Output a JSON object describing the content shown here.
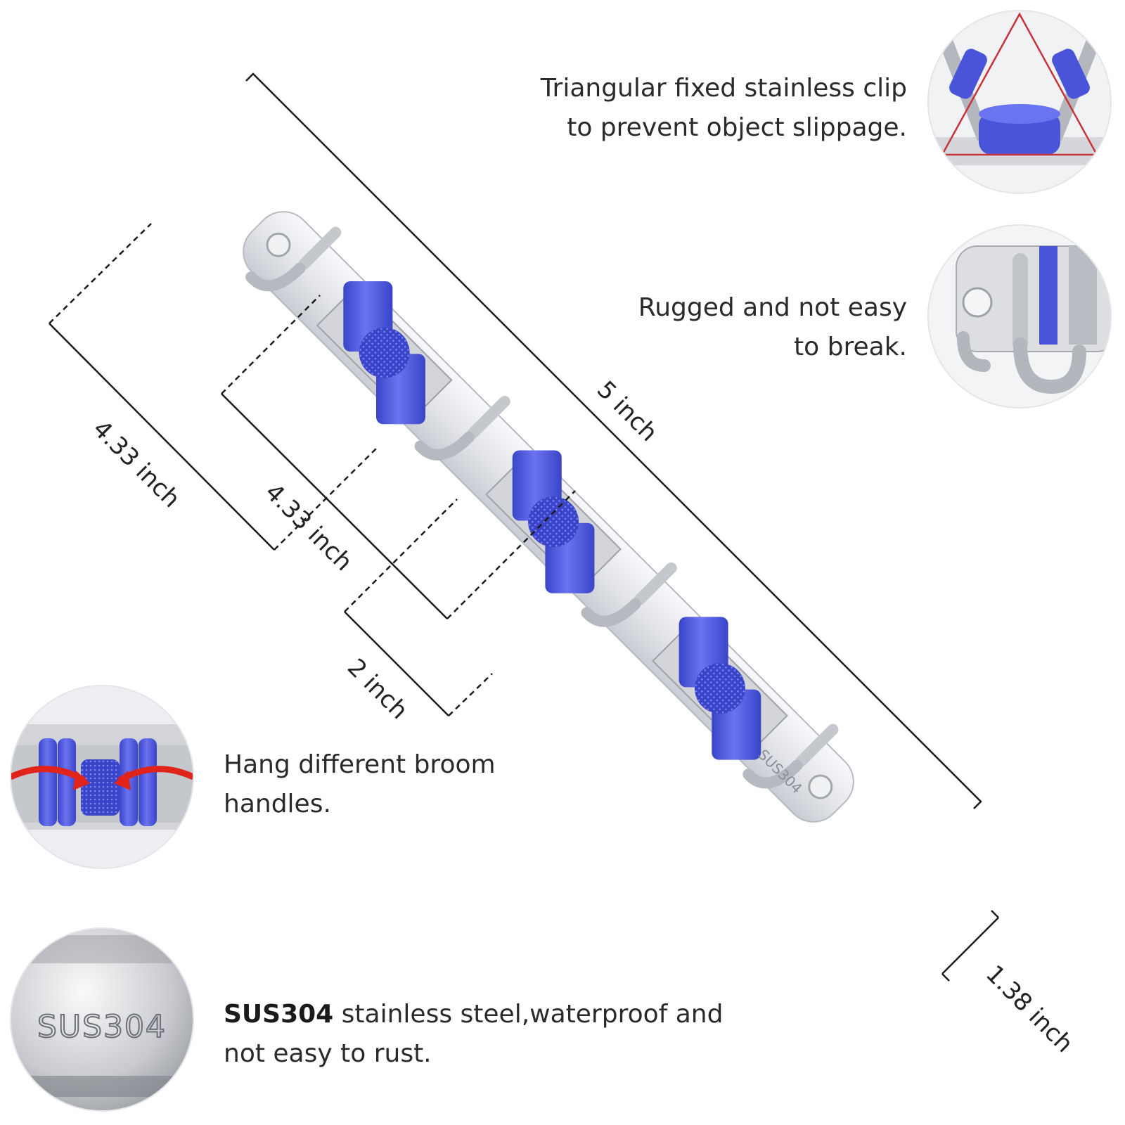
{
  "product": {
    "stamp_text": "SUS304",
    "colors": {
      "steel": "#e2e4e8",
      "steel_dark": "#a9acb2",
      "roller_blue": "#5560e6",
      "roller_blue_dark": "#3640c0",
      "arrow_red": "#e0241a",
      "triangle_red": "#c8333a"
    }
  },
  "dimensions": {
    "overall_length": "5 inch",
    "hook_spacing_1": "4.33 inch",
    "hook_spacing_2": "4.33 inch",
    "clip_width": "2 inch",
    "rail_height": "1.38 inch"
  },
  "features": [
    {
      "line1": "Triangular fixed stainless clip",
      "line2": "to prevent object slippage.",
      "icon": "triangle-clip-closeup"
    },
    {
      "line1": "Rugged and not easy",
      "line2": "to break.",
      "icon": "hook-closeup"
    },
    {
      "line1": "Hang different broom",
      "line2": "handles.",
      "icon": "roller-grip-closeup"
    },
    {
      "bold": "SUS304",
      "line1_rest": " stainless steel,waterproof and",
      "line2": "not easy to rust.",
      "icon": "sus304-stamp-closeup"
    }
  ]
}
